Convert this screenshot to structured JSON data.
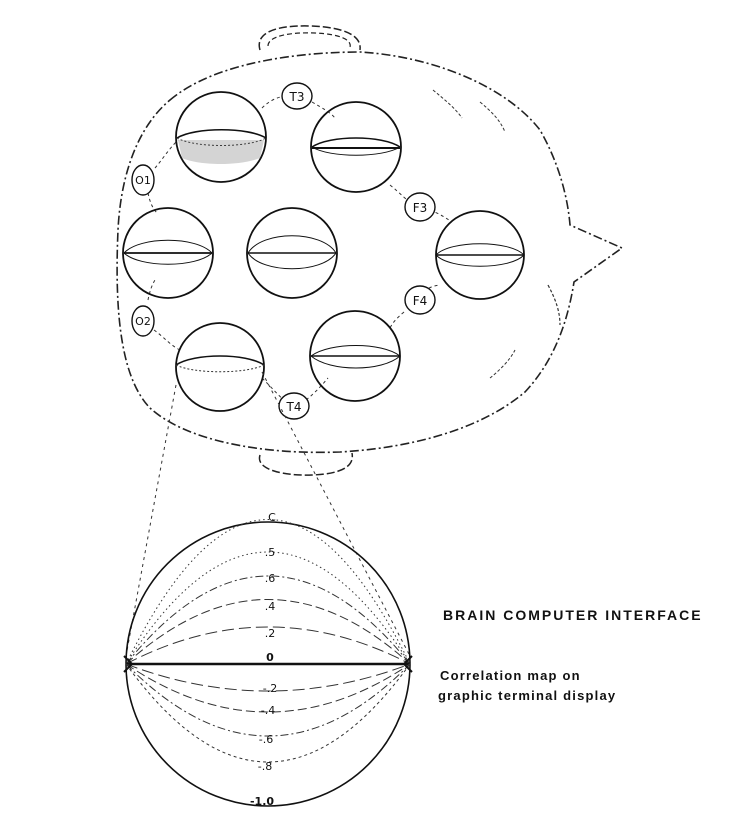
{
  "figure": {
    "title": "BRAIN  COMPUTER  INTERFACE",
    "caption_line1": "Correlation  map  on",
    "caption_line2": "graphic  terminal  display"
  },
  "electrodes": {
    "t3": "T3",
    "o1": "O1",
    "f3": "F3",
    "f4": "F4",
    "o2": "O2",
    "t4": "T4"
  },
  "scale_labels": {
    "l1": "C",
    "l2": ".5",
    "l3": ".6",
    "l4": ".4",
    "l5": ".2",
    "l6": "0",
    "l7": "-.2",
    "l8": "-.4",
    "l9": "-.6",
    "l10": "-.8",
    "l11": "-1.0"
  }
}
